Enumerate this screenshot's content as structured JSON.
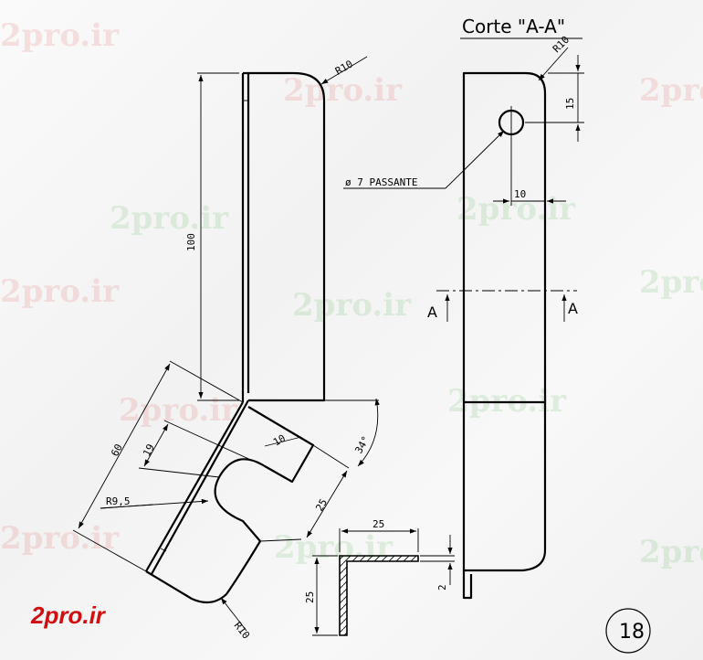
{
  "watermark": {
    "text": "2pro.ir",
    "logo_text": "2pro.ir",
    "logo_color": "#d01010"
  },
  "section_title": "Corte \"A-A\"",
  "hole_note": "ø 7 PASSANTE",
  "section_mark": "A",
  "page_number": "18",
  "dimensions": {
    "left_height": "100",
    "left_top_radius": "R10",
    "angle": "34°",
    "length_60": "60",
    "length_19": "19",
    "slot_width": "10",
    "slot_depth": "25",
    "slot_radius": "R9,5",
    "bottom_radius": "R10",
    "right_top_radius": "R10",
    "hole_offset_v": "15",
    "hole_offset_h": "10",
    "section_width": "25",
    "section_height": "25",
    "thickness": "2"
  }
}
